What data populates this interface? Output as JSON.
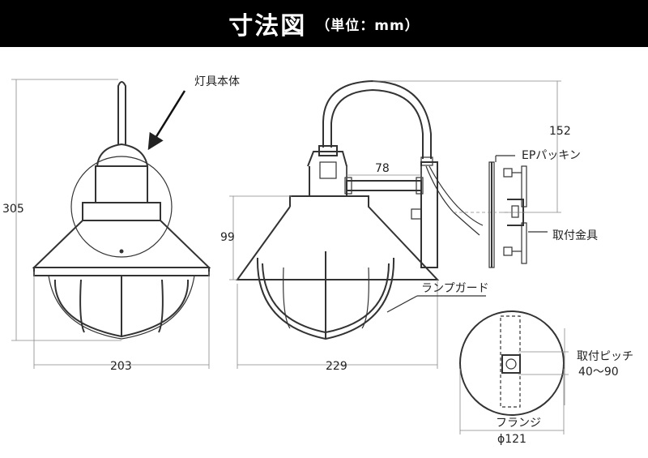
{
  "header": {
    "title": "寸法図",
    "unit": "（単位：mm）"
  },
  "labels": {
    "main_body": "灯具本体",
    "ep_packing": "EPパッキン",
    "mount_bracket": "取付金具",
    "lamp_guard": "ランプガード",
    "mount_pitch": "取付ピッチ",
    "mount_pitch_value": "40〜90",
    "flange": "フランジ",
    "flange_value": "ϕ121"
  },
  "dimensions": {
    "height": "305",
    "front_width": "203",
    "side_width": "229",
    "shade_height": "99",
    "arm_length": "78",
    "projection": "152"
  },
  "colors": {
    "header_bg": "#000000",
    "ink": "#333333",
    "dim": "#888888"
  }
}
